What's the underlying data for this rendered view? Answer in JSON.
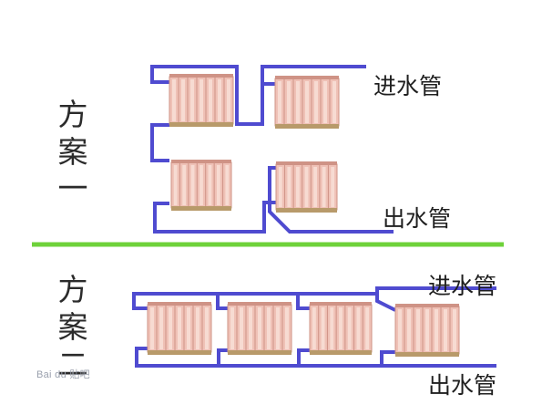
{
  "scheme1": {
    "label": [
      "方",
      "案",
      "一"
    ],
    "inlet_label": "进水管",
    "outlet_label": "出水管"
  },
  "scheme2": {
    "label": [
      "方",
      "案",
      "二"
    ],
    "inlet_label": "进水管",
    "outlet_label": "出水管"
  },
  "watermark": "Bai du 贴吧",
  "colors": {
    "pipe": "#4f4bd0",
    "divider": "#6ed23a",
    "radiator_fill": "#efc1b6",
    "radiator_fin": "#f7dbd2",
    "radiator_line": "#cf9386",
    "radiator_base": "#b89a6a"
  }
}
